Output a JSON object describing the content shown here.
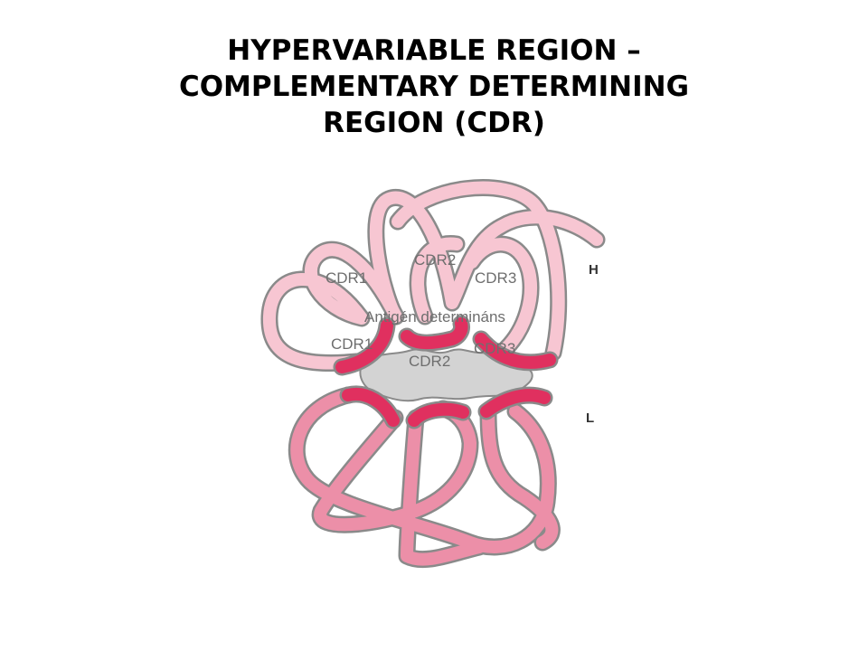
{
  "title": {
    "line1": "HYPERVARIABLE REGION –",
    "line2": "COMPLEMENTARY DETERMINING",
    "line3": "REGION (CDR)"
  },
  "diagram": {
    "chain_heavy": "H",
    "chain_light": "L",
    "antigen_label": "Antigén determináns",
    "heavy_labels": [
      "CDR1",
      "CDR2",
      "CDR3"
    ],
    "light_labels": [
      "CDR1",
      "CDR2",
      "CDR3"
    ]
  },
  "colors": {
    "heavy_chain": "#f7c6d2",
    "light_chain": "#ec8fa8",
    "cdr_loop": "#e0305f",
    "antigen": "#d3d3d3",
    "outline": "#8a8a8a"
  }
}
